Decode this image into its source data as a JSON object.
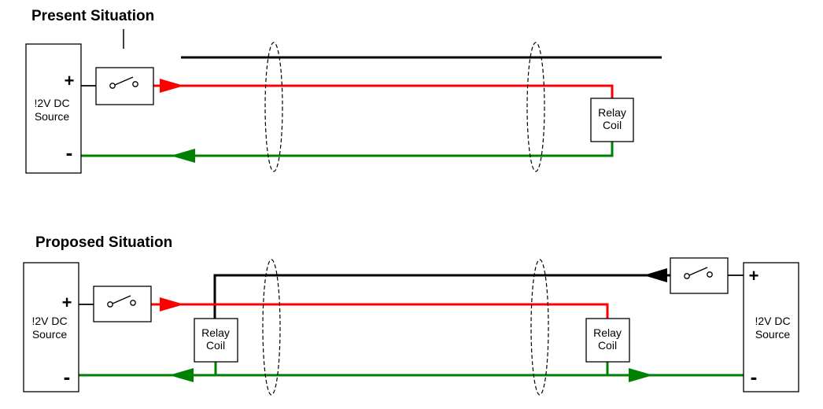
{
  "colors": {
    "positive_wire": "#ff0000",
    "return_wire": "#008000",
    "control_wire": "#000000",
    "outline": "#000000",
    "background": "#ffffff"
  },
  "present": {
    "title": "Present Situation",
    "dc_source": {
      "line1": "!2V DC",
      "line2": "Source",
      "plus": "+",
      "minus": "-"
    },
    "relay_coil": {
      "line1": "Relay",
      "line2": "Coil"
    }
  },
  "proposed": {
    "title": "Proposed Situation",
    "left_dc_source": {
      "line1": "!2V DC",
      "line2": "Source",
      "plus": "+",
      "minus": "-"
    },
    "right_dc_source": {
      "line1": "!2V DC",
      "line2": "Source",
      "plus": "+",
      "minus": "-"
    },
    "left_relay_coil": {
      "line1": "Relay",
      "line2": "Coil"
    },
    "right_relay_coil": {
      "line1": "Relay",
      "line2": "Coil"
    }
  }
}
